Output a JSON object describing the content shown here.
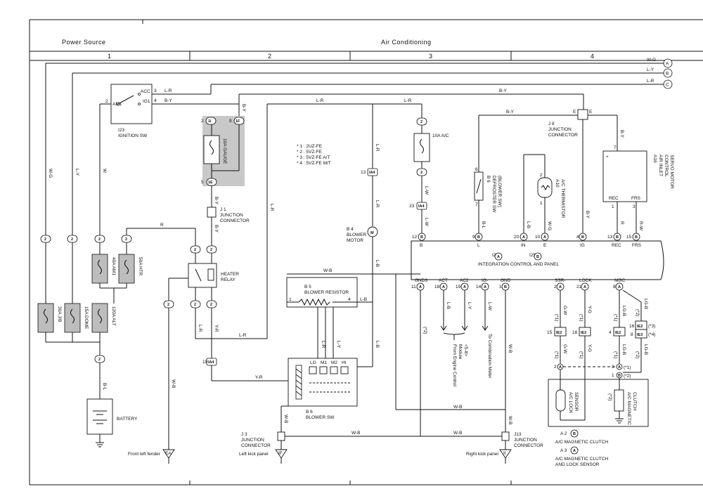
{
  "sections": {
    "power_source": "Power Source",
    "air_conditioning": "Air Conditioning"
  },
  "columns": [
    "1",
    "2",
    "3",
    "4"
  ],
  "right_terminals": [
    {
      "letter": "A",
      "wire": "W-G"
    },
    {
      "letter": "B",
      "wire": "L-Y"
    },
    {
      "letter": "C",
      "wire": "L-R"
    }
  ],
  "notes": [
    "* 1 : 2UZ-FE",
    "* 2 : 5VZ-FE",
    "* 3 : 5VZ-FE A/T",
    "* 4 : 5VZ-FE M/T"
  ],
  "components": {
    "ignition_sw": {
      "code": "I23",
      "name": "IGNITION SW",
      "am1": "AM1",
      "acc": "ACC",
      "ig1": "IG1"
    },
    "gauge_fuse": {
      "label": "10A GAUGE"
    },
    "ac_fuse": {
      "label": "10A A/C"
    },
    "j1": {
      "code": "J 1",
      "name1": "JUNCTION",
      "name2": "CONNECTOR"
    },
    "heater_relay": {
      "name1": "HEATER",
      "name2": "RELAY"
    },
    "blower_motor": {
      "code": "B 4",
      "name1": "BLOWER",
      "name2": "MOTOR"
    },
    "blower_resistor": {
      "code": "B 5",
      "name": "BLOWER RESISTOR"
    },
    "blower_sw": {
      "code": "B 6",
      "name": "BLOWER SW",
      "lo": "LO",
      "m1": "M1",
      "m2": "M2",
      "hi": "HI"
    },
    "defroster_sw": {
      "code": "B 6",
      "name1": "DEFROSTER SW",
      "name2": "(BLOWER SW)"
    },
    "ac_thermistor": {
      "code": "A10",
      "name": "A/C THERMISTOR"
    },
    "air_inlet": {
      "code": "A16",
      "name1": "AIR INLET",
      "name2": "CONTROL",
      "name3": "SERVO MOTOR",
      "rec": "REC",
      "frs": "FRS"
    },
    "j8": {
      "code": "J 8",
      "name1": "JUNCTION",
      "name2": "CONNECTOR"
    },
    "icp": {
      "code1": "I24",
      "code2": "I25",
      "name": "INTEGRATION CONTROL AND PANEL"
    },
    "battery": {
      "name": "BATTERY"
    },
    "j3": {
      "code": "J 3",
      "name1": "JUNCTION",
      "name2": "CONNECTOR"
    },
    "j13": {
      "code": "J13",
      "name1": "JUNCTION",
      "name2": "CONNECTOR"
    },
    "ac_lock_sensor": {
      "name1": "A/C LOCK",
      "name2": "SENSOR"
    },
    "ac_mag_clutch": {
      "name1": "A/C MAGNETIC",
      "name2": "CLUTCH"
    },
    "fuse_30a_jb": {
      "label": "30A J/B"
    },
    "fuse_15a_dome": {
      "label": "15A DOME"
    },
    "fuse_120a_alt": {
      "label": "120A ALT"
    },
    "fuse_40a_am1": {
      "label": "40A AM1"
    },
    "fuse_50a_htr": {
      "label": "50A HTR"
    }
  },
  "grounds": {
    "ea": "EA",
    "if": "IF",
    "ii": "II",
    "front_left": "Front left fender",
    "left_kick": "Left kick panel",
    "right_kick": "Right kick panel"
  },
  "legend": [
    {
      "pin": "B",
      "code": "A 2",
      "name": "A/C MAGNETIC CLUTCH"
    },
    {
      "pin": "A",
      "code": "A 3",
      "name1": "A/C MAGNETIC CLUTCH",
      "name2": "AND LOCK SENSOR"
    }
  ],
  "notes_text": {
    "from_engine1": "From Engine Control",
    "from_engine2": "Module",
    "from_engine3": "<5-8>",
    "to_combo": "To Combination Meter"
  },
  "icp_terms": {
    "top": [
      "B",
      "L",
      "IN",
      "E",
      "IG",
      "REC",
      "FRS"
    ],
    "top_pins": [
      "12",
      "9",
      "20",
      "10",
      "4",
      "13",
      "15"
    ],
    "bottom": [
      "GND3",
      "ACT",
      "AC2",
      "IG-",
      "GND",
      "SSR-",
      "LOCK",
      "MGC"
    ],
    "bottom_pins": [
      "11",
      "18",
      "19",
      "14",
      "1",
      "2",
      "21",
      "8"
    ]
  }
}
